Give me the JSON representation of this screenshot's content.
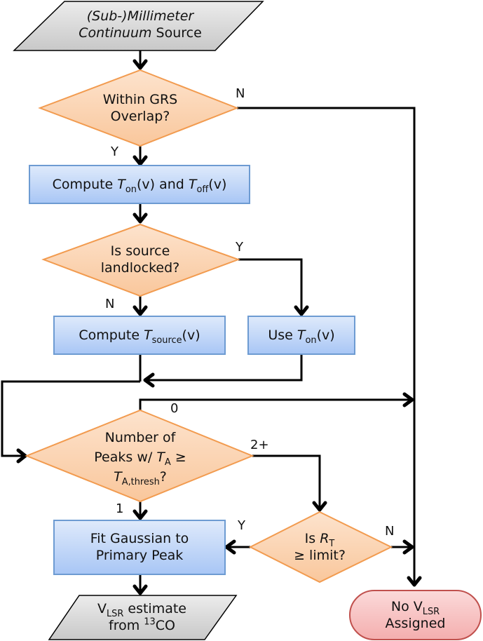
{
  "diagram": {
    "type": "flowchart",
    "colors": {
      "io_fill": "#d9d9d9",
      "decision_fill": "#fbd5b5",
      "decision_stroke": "#f29b4f",
      "process_fill_top": "#dfeafb",
      "process_fill_bottom": "#a8c6f5",
      "process_stroke": "#6d9bd2",
      "terminal_fill": "#f8c4c4",
      "terminal_stroke": "#c0504d",
      "line": "#000000"
    },
    "nodes": {
      "start": {
        "type": "input",
        "line1": "(Sub-)Millimeter",
        "line2_italic": "Continuum",
        "line2_rest": " Source"
      },
      "grs": {
        "type": "decision",
        "line1": "Within GRS",
        "line2": "Overlap?"
      },
      "compute_on_off": {
        "type": "process",
        "pre": "Compute ",
        "t1": "T",
        "s1": "on",
        "mid": "(v) and ",
        "t2": "T",
        "s2": "off",
        "post": "(v)"
      },
      "landlocked": {
        "type": "decision",
        "line1": "Is source",
        "line2": "landlocked?"
      },
      "compute_source": {
        "type": "process",
        "pre": "Compute ",
        "t": "T",
        "s": "source",
        "post": "(v)"
      },
      "use_on": {
        "type": "process",
        "pre": "Use ",
        "t": "T",
        "s": "on",
        "post": "(v)"
      },
      "peaks": {
        "type": "decision",
        "line1": "Number of",
        "line2_pre": "Peaks w/ ",
        "line2_t": "T",
        "line2_s": "A",
        "line2_post": " ≥",
        "line3_t": "T",
        "line3_s": "A,thresh",
        "line3_post": "?"
      },
      "fit": {
        "type": "process",
        "line1": "Fit Gaussian to",
        "line2": "Primary Peak"
      },
      "rt": {
        "type": "decision",
        "line1_pre": "Is ",
        "line1_t": "R",
        "line1_s": "T",
        "line2": "≥  limit?"
      },
      "vlsr_out": {
        "type": "output",
        "line1_v": "V",
        "line1_s": "LSR",
        "line1_post": " estimate",
        "line2_pre": "from ",
        "line2_sup": "13",
        "line2_post": "CO"
      },
      "no_vlsr": {
        "type": "terminal",
        "line1_pre": "No V",
        "line1_s": "LSR",
        "line2": "Assigned"
      }
    },
    "edge_labels": {
      "grs_no": "N",
      "grs_yes": "Y",
      "landlocked_yes": "Y",
      "landlocked_no": "N",
      "peaks_zero": "0",
      "peaks_two_plus": "2+",
      "peaks_one": "1",
      "rt_yes": "Y",
      "rt_no": "N"
    },
    "edges": [
      {
        "from": "start",
        "to": "grs"
      },
      {
        "from": "grs",
        "to": "compute_on_off",
        "label": "Y"
      },
      {
        "from": "grs",
        "to": "no_vlsr",
        "label": "N"
      },
      {
        "from": "compute_on_off",
        "to": "landlocked"
      },
      {
        "from": "landlocked",
        "to": "compute_source",
        "label": "N"
      },
      {
        "from": "landlocked",
        "to": "use_on",
        "label": "Y"
      },
      {
        "from": "compute_source",
        "to": "peaks"
      },
      {
        "from": "use_on",
        "to": "peaks"
      },
      {
        "from": "peaks",
        "to": "no_vlsr",
        "label": "0"
      },
      {
        "from": "peaks",
        "to": "fit",
        "label": "1"
      },
      {
        "from": "peaks",
        "to": "rt",
        "label": "2+"
      },
      {
        "from": "rt",
        "to": "fit",
        "label": "Y"
      },
      {
        "from": "rt",
        "to": "no_vlsr",
        "label": "N"
      },
      {
        "from": "fit",
        "to": "vlsr_out"
      }
    ]
  }
}
